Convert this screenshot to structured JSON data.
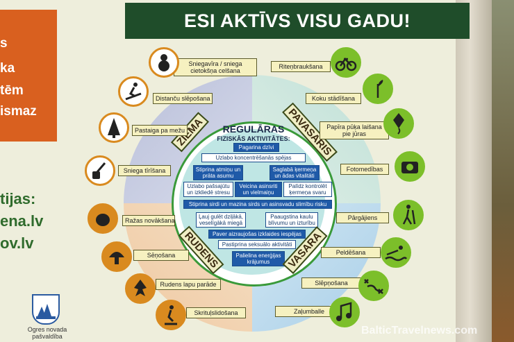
{
  "header": {
    "title": "ESI AKTĪVS VISU GADU!"
  },
  "left_panel": {
    "orange_lines": [
      "s",
      "ka",
      "tēm",
      "ismaz"
    ],
    "green_lines": [
      "tijas:",
      "ena.lv",
      "ov.lv"
    ],
    "crest_caption": "Ogres novada pašvaldība"
  },
  "center": {
    "title": "REGULĀRAS",
    "subtitle": "FIZISKĀS AKTIVITĀTES:",
    "benefits": [
      "Pagarina dzīvi",
      "Uzlabo koncentrēšanās spējas",
      "Stiprina atmiņu un prāta asumu",
      "Saglabā ķermeņa un ādas vitalitāti",
      "Uzlabo pašsajūtu un izkliedē stresu",
      "Veicina asinsriti un vielmaiņu",
      "Palīdz kontrolēt ķermeņa svaru",
      "Stiprina sirdi un mazina sirds un asinsvadu slimību risku",
      "Ļauj gulēt dziļākā, veselīgākā miegā",
      "Paaugstina kaulu blīvumu un izturību",
      "Paver aizraujošas izklaides iespējas",
      "Pastiprina seksuālo aktivitāti",
      "Palielina enerģijas krājumus"
    ]
  },
  "seasons": {
    "winter": "ZIEMA",
    "spring": "PAVASARIS",
    "autumn": "RUDENS",
    "summer": "VASARA"
  },
  "activities_left": [
    "Sniegavīra / sniega cietokšņa celšana",
    "Distanču slēpošana",
    "Pastaiga pa mežu",
    "Sniega tīrīšana",
    "Ražas novākšana",
    "Sēņošana",
    "Rudens lapu parāde",
    "Skrituļslidošana"
  ],
  "activities_right": [
    "Riteņbraukšana",
    "Koku stādīšana",
    "Papīra pūķa laišana pie jūras",
    "Fotomedības",
    "Pārgājiens",
    "Peldēšana",
    "Slēpņošana",
    "Zaļumballe"
  ],
  "icons_left": [
    "snowman-icon",
    "skier-icon",
    "fir-tree-icon",
    "shovel-icon",
    "pumpkin-icon",
    "mushroom-icon",
    "leaf-icon",
    "skater-icon"
  ],
  "icons_right": [
    "bicycle-icon",
    "sapling-icon",
    "kite-icon",
    "camera-icon",
    "hiker-icon",
    "swimmer-icon",
    "treasure-map-icon",
    "music-notes-icon"
  ],
  "watermark": "BalticTravelnews.com",
  "colors": {
    "header": "#1f4d2a",
    "orange": "#d9601f",
    "left_icon_ring": "#d98a1f",
    "right_icon_ring": "#7cbf2a",
    "benefit_blue": "#1f5aa8"
  }
}
